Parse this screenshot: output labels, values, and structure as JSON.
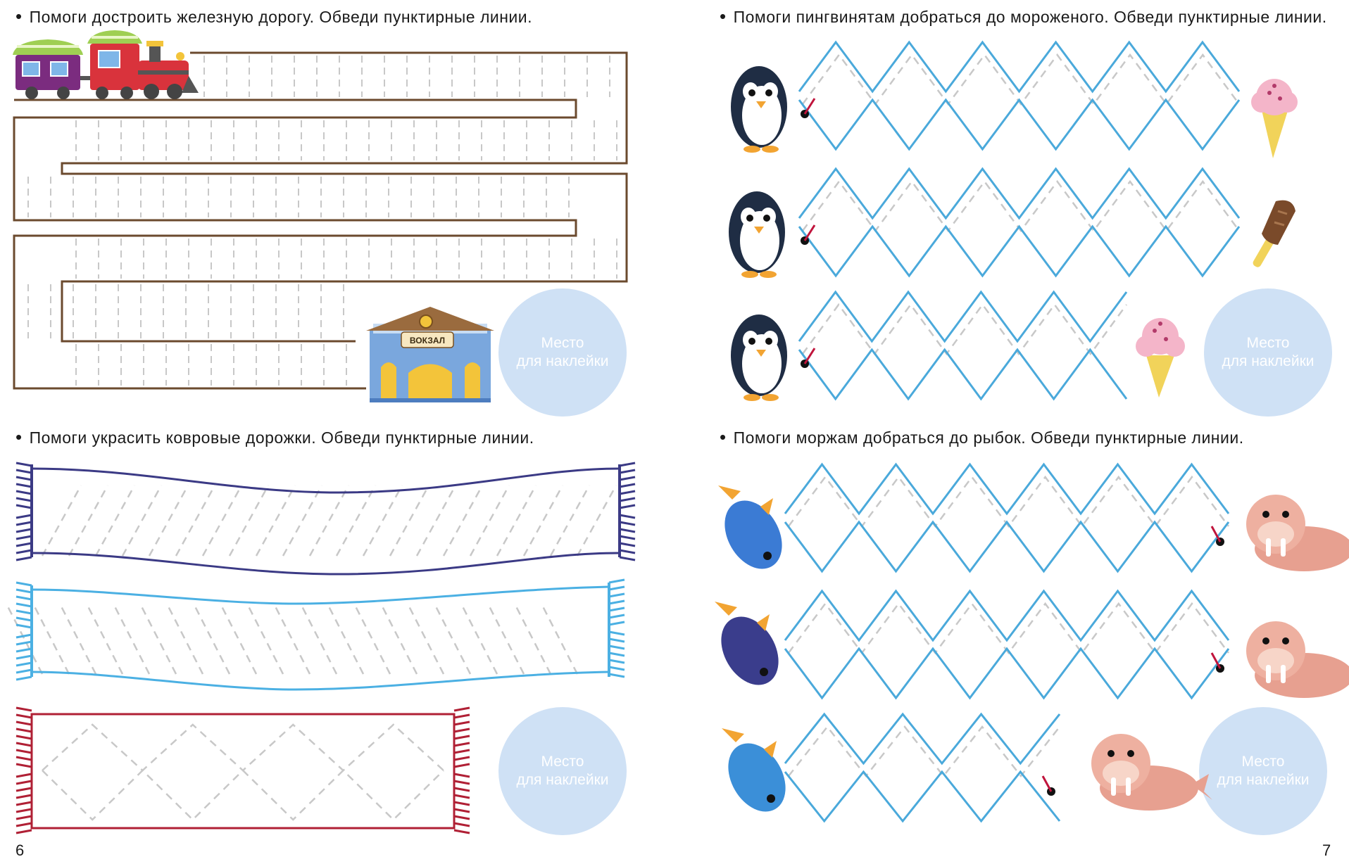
{
  "left_page": {
    "task1": "Помоги достроить железную дорогу. Обведи пунктирные линии.",
    "station_sign": "ВОКЗАЛ",
    "task2": "Помоги украсить ковровые дорожки. Обведи пунктирные линии.",
    "page_number": "6"
  },
  "right_page": {
    "task1": "Помоги пингвинятам добраться до мороженого. Обведи пунктирные линии.",
    "task2": "Помоги моржам добраться до рыбок. Обведи пунктирные линии.",
    "page_number": "7"
  },
  "stickers": [
    {
      "line1": "Место",
      "line2": "для наклейки"
    },
    {
      "line1": "Место",
      "line2": "для наклейки"
    },
    {
      "line1": "Место",
      "line2": "для наклейки"
    },
    {
      "line1": "Место",
      "line2": "для наклейки"
    }
  ],
  "colors": {
    "track": "#6b4a2e",
    "dash": "#c8c8c8",
    "zigzag": "#4aa9db",
    "carpet1": "#3b3a85",
    "carpet2": "#4bb0e3",
    "carpet3": "#b02035",
    "sticker": "#cfe1f5"
  },
  "icons": [
    "train-icon",
    "station-icon",
    "penguin-icon",
    "ice-cream-icon",
    "walrus-icon",
    "fish-icon"
  ]
}
